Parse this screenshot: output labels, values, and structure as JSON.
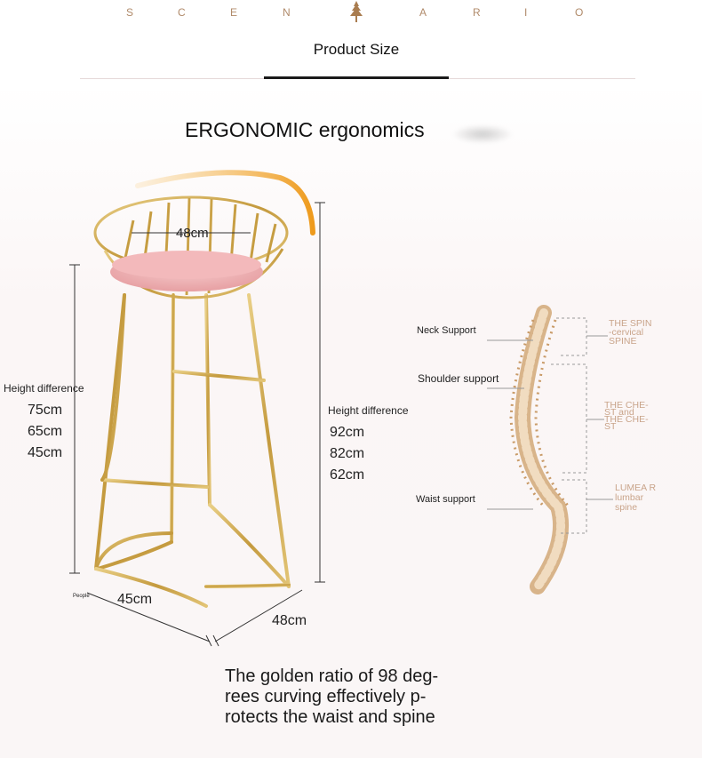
{
  "header": {
    "brand_letters": [
      "S",
      "C",
      "E",
      "N",
      "A",
      "R",
      "I",
      "O"
    ],
    "tab_title": "Product Size"
  },
  "headline": "ERGONOMIC ergonomics",
  "stool": {
    "seat_width": "48cm",
    "left_label": "Height difference",
    "left_values": [
      "75cm",
      "65cm",
      "45cm"
    ],
    "right_label": "Height difference",
    "right_values": [
      "92cm",
      "82cm",
      "62cm"
    ],
    "depth_left": "45cm",
    "depth_right": "48cm",
    "tiny_text": "People"
  },
  "spine": {
    "supports": [
      "Neck Support",
      "Shoulder support",
      "Waist support"
    ],
    "region_cervical": [
      "THE SPIN",
      "-cervical",
      "SPINE"
    ],
    "region_chest": [
      "THE CHE-",
      "ST and",
      "THE CHE-",
      "ST"
    ],
    "region_lumbar": [
      "LUMEA R",
      "lumbar",
      "spine"
    ]
  },
  "caption": [
    "The golden ratio of 98 deg-",
    "rees curving effectively p-",
    "rotects the waist and spine"
  ],
  "colors": {
    "gold": "#c9a44a",
    "pink": "#f2b7b8",
    "spine_bone": "#e7c49a",
    "accent": "#b08a6a"
  }
}
